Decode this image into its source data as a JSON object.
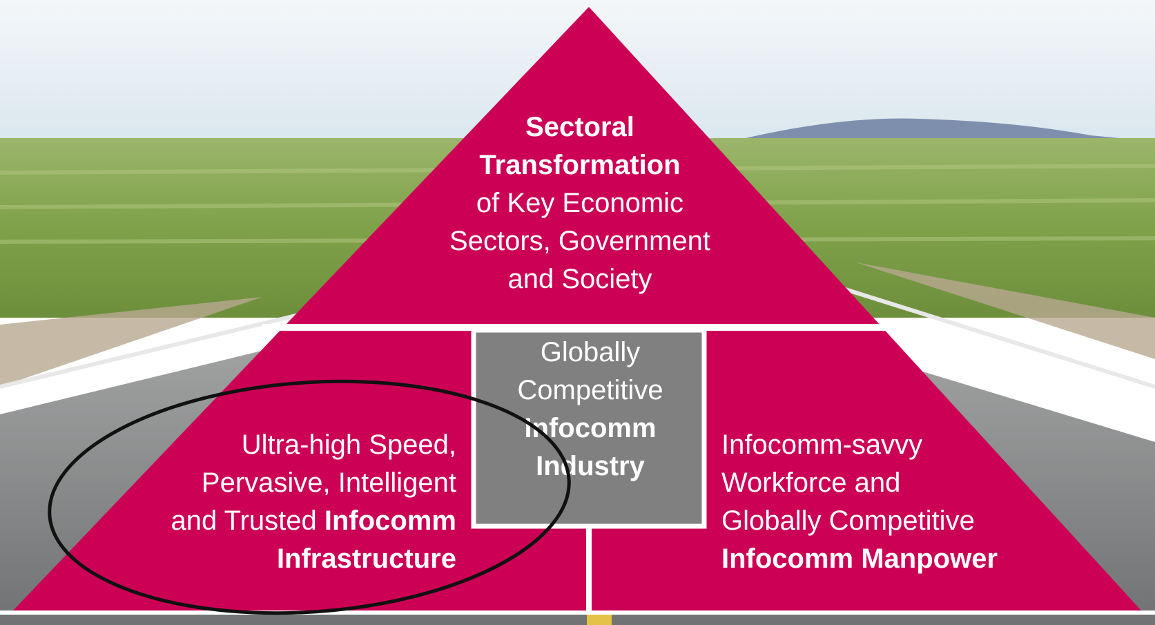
{
  "diagram": {
    "colors": {
      "pyramid": "#cc0055",
      "core_box": "#808080",
      "divider": "#ffffff",
      "highlight_ellipse": "#111111"
    },
    "apex": {
      "line1": "Sectoral",
      "line2": "Transformation",
      "line3": "of Key Economic",
      "line4": "Sectors, Government",
      "line5": "and Society"
    },
    "core": {
      "line1": "Globally",
      "line2": "Competitive",
      "line3": "Infocomm",
      "line4": "Industry"
    },
    "left": {
      "line1": "Ultra-high Speed,",
      "line2": "Pervasive, Intelligent",
      "line3_prefix": "and Trusted ",
      "line3_bold": "Infocomm",
      "line4": "Infrastructure"
    },
    "right": {
      "line1": "Infocomm-savvy",
      "line2": "Workforce and",
      "line3": "Globally Competitive",
      "line4": "Infocomm Manpower"
    }
  }
}
